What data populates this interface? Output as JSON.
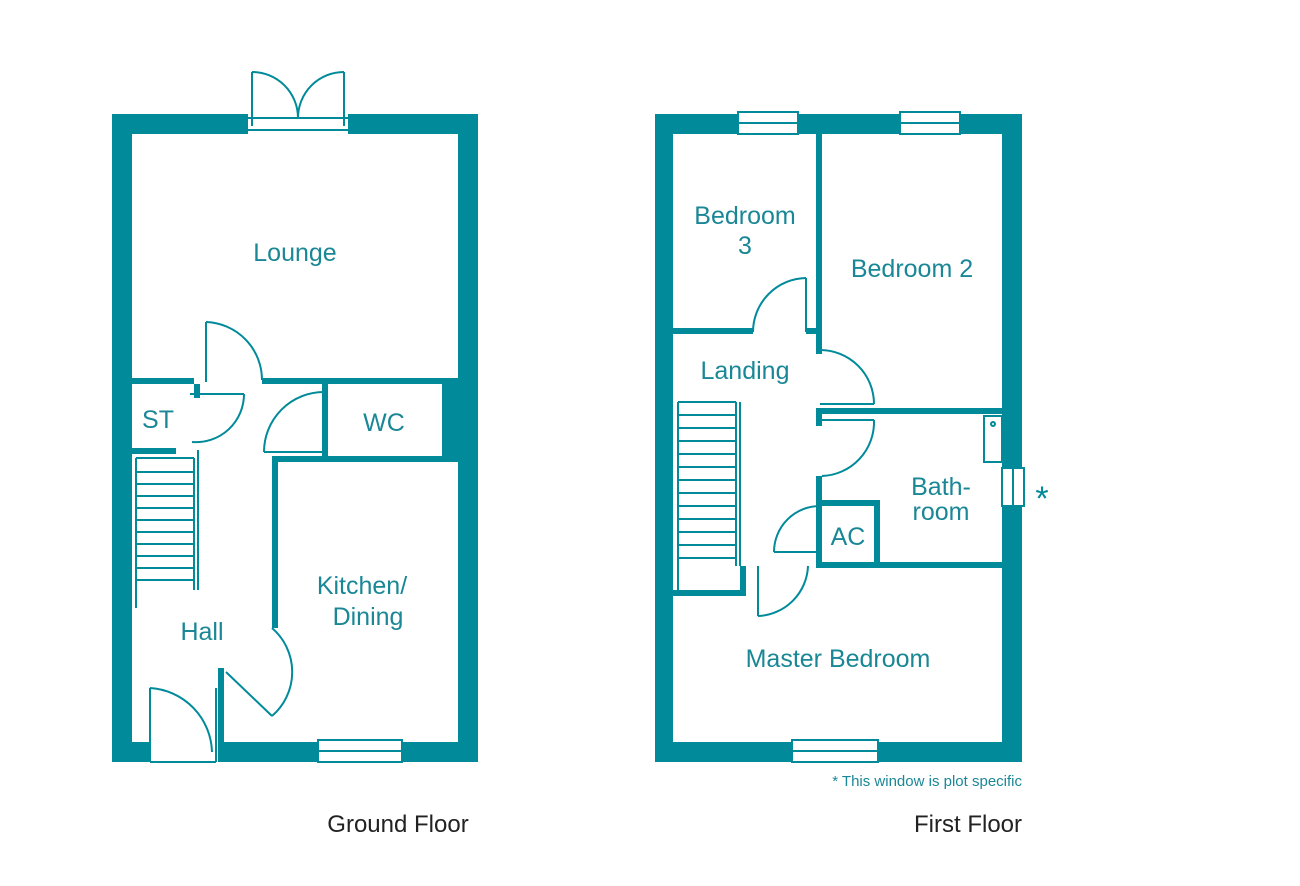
{
  "ground_floor": {
    "caption": "Ground Floor",
    "rooms": {
      "lounge": "Lounge",
      "st": "ST",
      "wc": "WC",
      "hall": "Hall",
      "kitchen_line1": "Kitchen/",
      "kitchen_line2": "Dining"
    }
  },
  "first_floor": {
    "caption": "First Floor",
    "rooms": {
      "bedroom3_line1": "Bedroom",
      "bedroom3_line2": "3",
      "bedroom2": "Bedroom 2",
      "landing": "Landing",
      "bathroom_line1": "Bath-",
      "bathroom_line2": "room",
      "ac": "AC",
      "master": "Master Bedroom"
    },
    "window_marker": "*",
    "note": "* This window is plot specific"
  },
  "colors": {
    "wall": "#008a9a",
    "label": "#1a8796"
  }
}
